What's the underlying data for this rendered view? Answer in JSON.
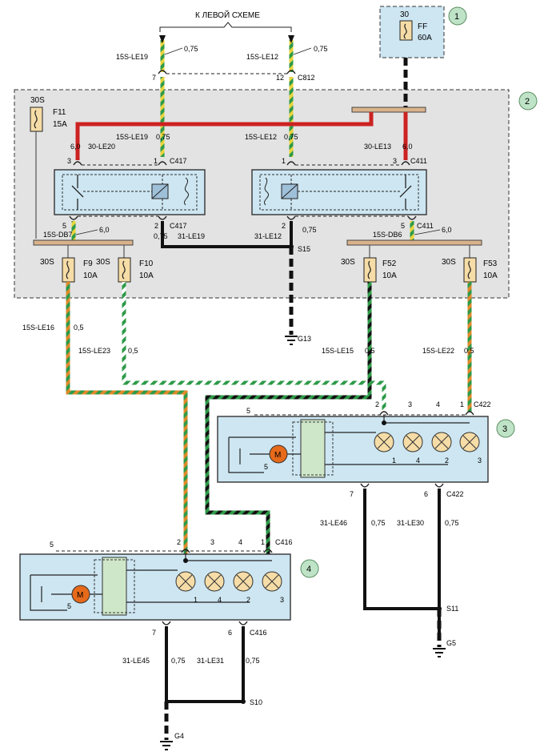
{
  "header": {
    "title": "К ЛЕВОЙ СХЕМЕ"
  },
  "colors": {
    "box_fill": "#cde6f2",
    "area_fill": "#e3e3e3",
    "red": "#cc2222",
    "green": "#2e9a48",
    "orange": "#e0892a",
    "yellow": "#e8d43c",
    "black": "#111111",
    "bulb": "#f6dca6",
    "module": "#cfe7c9",
    "motor": "#e66a1a",
    "callout": "#bfe3c7"
  },
  "callouts": {
    "c1": "1",
    "c2": "2",
    "c3": "3",
    "c4": "4"
  },
  "fuse_ff": {
    "term": "30",
    "name": "FF",
    "rating": "60A"
  },
  "fuse_f11": {
    "term": "30S",
    "name": "F11",
    "rating": "15A"
  },
  "fuse_f9": {
    "term": "30S",
    "name": "F9",
    "rating": "10A"
  },
  "fuse_f10": {
    "term": "30S",
    "name": "F10",
    "rating": "10A"
  },
  "fuse_f52": {
    "term": "30S",
    "name": "F52",
    "rating": "10A"
  },
  "fuse_f53": {
    "term": "30S",
    "name": "F53",
    "rating": "10A"
  },
  "wires": {
    "le19_top": "15S-LE19",
    "le19_top_size": "0,75",
    "pin7": "7",
    "le12_top": "15S-LE12",
    "le12_top_size": "0,75",
    "pin12": "12",
    "c812": "C812",
    "le19_in": "15S-LE19",
    "le19_in_size": "0,75",
    "le12_in": "15S-LE12",
    "le12_in_size": "0,75",
    "le20_size": "6,0",
    "le20": "30-LE20",
    "le13": "30-LE13",
    "le13_size": "6,0",
    "r1_pin3": "3",
    "r1_pin1": "1",
    "c417": "C417",
    "r2_pin1": "1",
    "r2_pin3": "3",
    "c411": "C411",
    "r1_pin5": "5",
    "r1_pin2": "2",
    "c417b": "C417",
    "r2_pin2": "2",
    "r2_pin5": "5",
    "c411b": "C411",
    "db7": "15S-DB7",
    "db7_size": "6,0",
    "r1_out_size": "0,75",
    "le19_gnd": "31-LE19",
    "le12_gnd": "31-LE12",
    "le12_gnd_size": "0,75",
    "s15": "S15",
    "db6": "15S-DB6",
    "db6_size": "6,0",
    "le16": "15S-LE16",
    "le16_size": "0,5",
    "le23": "15S-LE23",
    "le23_size": "0,5",
    "g13": "G13",
    "le15": "15S-LE15",
    "le15_size": "0,5",
    "le22": "15S-LE22",
    "le22_size": "0,5"
  },
  "module3": {
    "pin2": "2",
    "pin3": "3",
    "pin4": "4",
    "pin1": "1",
    "conn_top": "C422",
    "pin5": "5",
    "motor_label": "M",
    "motor_pin": "5",
    "bulb_pins": [
      "1",
      "4",
      "2",
      "3"
    ],
    "pin7": "7",
    "pin6": "6",
    "conn_bottom": "C422",
    "w46": "31-LE46",
    "w46_size": "0,75",
    "w30": "31-LE30",
    "w30_size": "0,75",
    "s11": "S11",
    "g5": "G5"
  },
  "module4": {
    "pin5": "5",
    "pin2": "2",
    "pin3": "3",
    "pin4": "4",
    "pin1": "1",
    "conn_top": "C416",
    "motor_label": "M",
    "motor_pin": "5",
    "bulb_pins": [
      "1",
      "4",
      "2",
      "3"
    ],
    "pin7": "7",
    "pin6": "6",
    "conn_bottom": "C416",
    "w45": "31-LE45",
    "w45_size": "0,75",
    "w31": "31-LE31",
    "w31_size": "0,75",
    "s10": "S10",
    "g4": "G4"
  }
}
